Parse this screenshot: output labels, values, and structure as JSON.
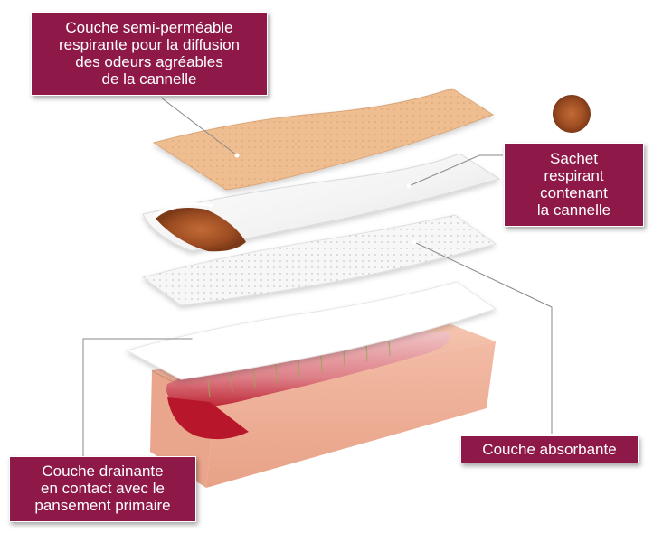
{
  "labels": {
    "semi_permeable": "Couche semi-perméable\nrespirante pour la diffusion\ndes odeurs agréables\nde la cannelle",
    "sachet": "Sachet\nrespirant\ncontenant\nla cannelle",
    "absorbante": "Couche absorbante",
    "drainante": "Couche drainante\nen contact avec le\npansement primaire"
  },
  "colors": {
    "label_bg": "#8e1848",
    "label_text": "#ffffff",
    "top_layer": "#efbe90",
    "cinnamon": "#a8582a",
    "skin": "#f0b29c",
    "wound": "#b8172b",
    "leader_line": "#8a8a8a"
  }
}
